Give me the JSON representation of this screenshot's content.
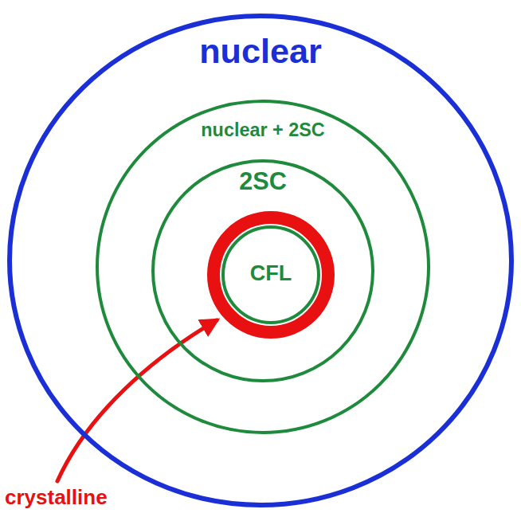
{
  "diagram": {
    "nodes": [
      {
        "text": [
          "nuclear"
        ]
      },
      {
        "text": [
          "nuclear + 2SC"
        ],
        "in": 0
      },
      {
        "text": [
          "2SC"
        ],
        "in": 1
      },
      {
        "text": [
          "CFL"
        ],
        "in": 2
      }
    ],
    "labels": [
      "crystalline"
    ]
  }
}
